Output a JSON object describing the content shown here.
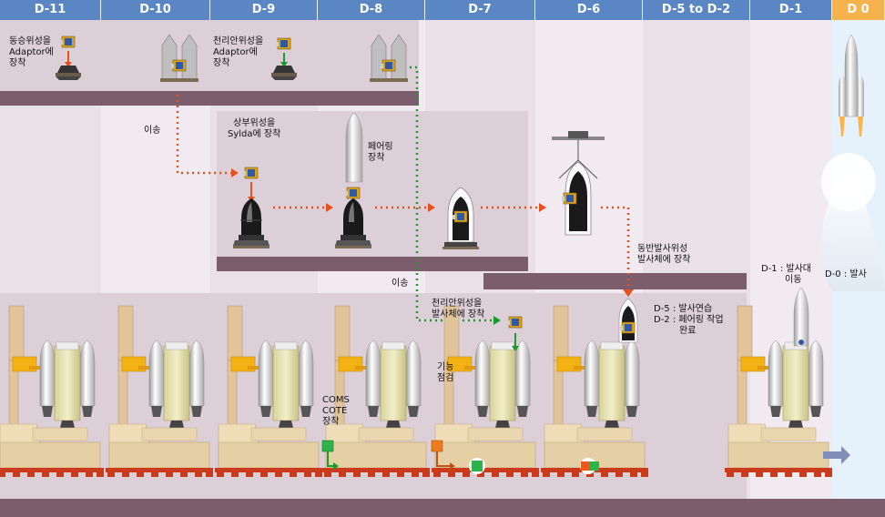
{
  "timeline": {
    "days": [
      "D-11",
      "D-10",
      "D-9",
      "D-8",
      "D-7",
      "D-6",
      "D-5 to D-2",
      "D-1",
      "D 0"
    ]
  },
  "notes": {
    "d11_mount": [
      "동승위성을",
      "Adaptor에",
      "장착"
    ],
    "d9_mount": [
      "천리안위성을",
      "Adaptor에",
      "장착"
    ],
    "transfer1": "이송",
    "sylda_mount": [
      "상부위성을",
      "Sylda에 장착"
    ],
    "fairing_mount": [
      "페어링",
      "장착"
    ],
    "copassenger": [
      "동반발사위성",
      "발사체에 장착"
    ],
    "transfer2": "이송",
    "coms_mount": [
      "천리안위성을",
      "발사체에 장착"
    ],
    "function_check": [
      "기능",
      "점검"
    ],
    "coms_cote": [
      "COMS",
      "COTE",
      "장착"
    ],
    "rehearsal": [
      "D-5 : 발사연습",
      "D-2 : 페어링 작업",
      "완료"
    ],
    "rollout": [
      "D-1 : 발사대",
      "이동"
    ],
    "launch": "D-0 : 발사"
  },
  "colors": {
    "header": "#5a86c4",
    "header_d0": "#f6b24d",
    "band": "#7b5d6b",
    "panel": "#dccfd8",
    "arrow_orange": "#e8501e",
    "arrow_green": "#1c9a2b"
  }
}
